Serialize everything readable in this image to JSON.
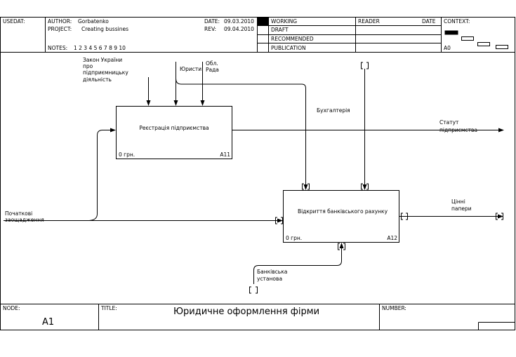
{
  "header": {
    "used_at_label": "USEDAT:",
    "author_label": "AUTHOR:",
    "author": "Gorbatenko",
    "project_label": "PROJECT:",
    "project": "Creating bussines",
    "notes_label": "NOTES:",
    "notes_numbers": "1  2  3  4  5  6  7  8  9  10",
    "date_label": "DATE:",
    "date": "09.03.2010",
    "rev_label": "REV:",
    "rev": "09.04.2010",
    "status_items": [
      "WORKING",
      "DRAFT",
      "RECOMMENDED",
      "PUBLICATION"
    ],
    "reader_label": "READER",
    "reader_date_label": "DATE",
    "context_label": "CONTEXT:",
    "context_node": "A0"
  },
  "diagram": {
    "activities": [
      {
        "id": "A11",
        "name": "Реєстрація підприємства",
        "cost": "0 грн."
      },
      {
        "id": "A12",
        "name": "Відкриття банківського рахунку",
        "cost": "0 грн."
      }
    ],
    "arrows": {
      "law": [
        "Закон України",
        "про",
        "підприємницьку",
        "діяльність"
      ],
      "lawyer": "Юристи",
      "council": [
        "Обл.",
        "Рада"
      ],
      "accounting": "Бухгалтерія",
      "statute": [
        "Статут",
        "підприємства"
      ],
      "savings": [
        "Початкові",
        "заощадження"
      ],
      "securities": [
        "Цінні",
        "папери"
      ],
      "bank": [
        "Банківська",
        "установа"
      ]
    }
  },
  "footer": {
    "node_label": "NODE:",
    "node": "A1",
    "title_label": "TITLE:",
    "title": "Юридичне оформлення  фірми",
    "number_label": "NUMBER:"
  }
}
